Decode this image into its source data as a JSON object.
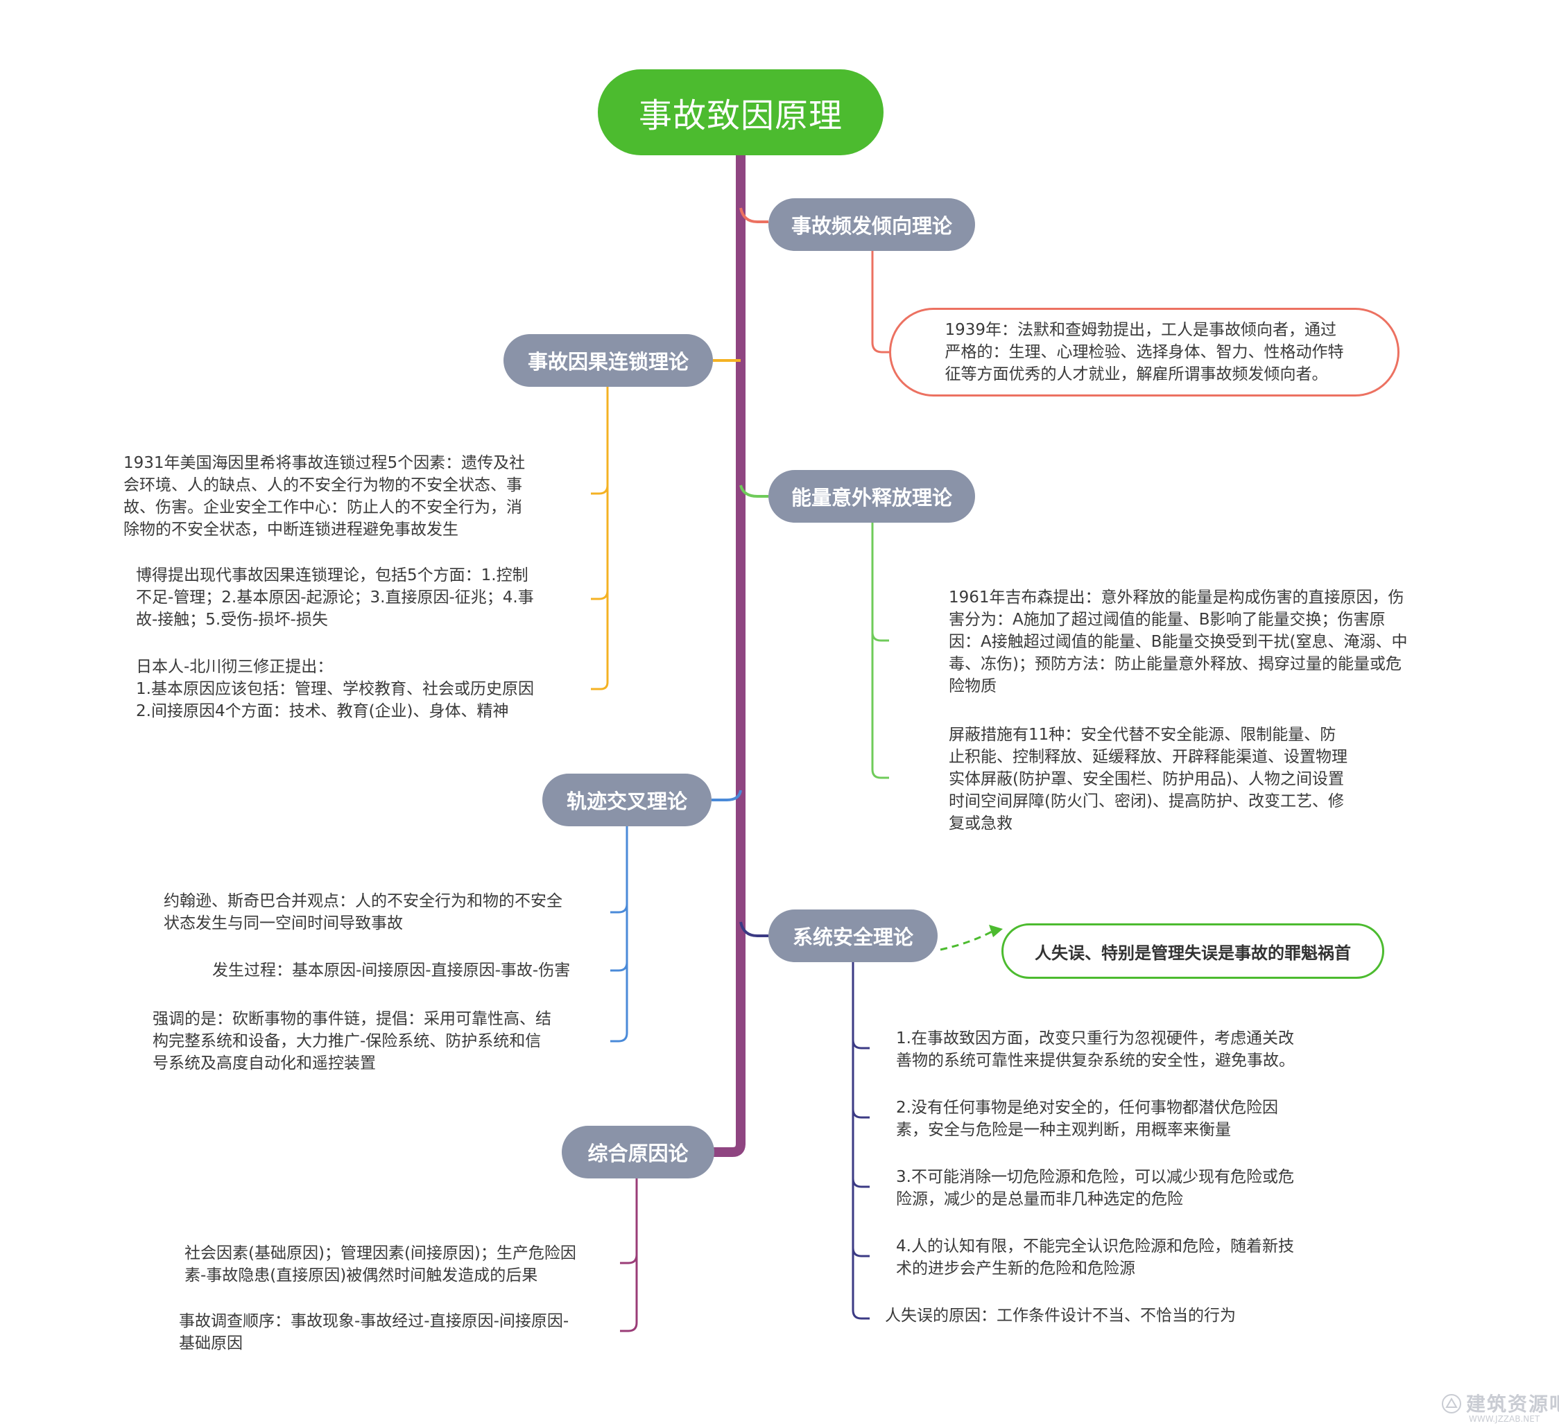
{
  "root": {
    "title": "事故致因原理"
  },
  "branches": {
    "accident_proneness": {
      "label": "事故频发倾向理论",
      "lines": [
        "1939年：法默和查姆勃提出，工人是事故倾向者，通过",
        "严格的：生理、心理检验、选择身体、智力、性格动作特",
        "征等方面优秀的人才就业，解雇所谓事故频发倾向者。"
      ]
    },
    "causal_chain": {
      "label": "事故因果连锁理论",
      "items": [
        {
          "lines": [
            "1931年美国海因里希将事故连锁过程5个因素：遗传及社",
            "会环境、人的缺点、人的不安全行为物的不安全状态、事",
            "故、伤害。企业安全工作中心：防止人的不安全行为，消",
            "除物的不安全状态，中断连锁进程避免事故发生"
          ]
        },
        {
          "lines": [
            "博得提出现代事故因果连锁理论，包括5个方面：1.控制",
            "不足-管理；2.基本原因-起源论；3.直接原因-征兆；4.事",
            "故-接触；5.受伤-损坏-损失"
          ]
        },
        {
          "lines": [
            "日本人-北川彻三修正提出：",
            "1.基本原因应该包括：管理、学校教育、社会或历史原因",
            "2.间接原因4个方面：技术、教育(企业)、身体、精神"
          ]
        }
      ]
    },
    "energy_release": {
      "label": "能量意外释放理论",
      "items": [
        {
          "lines": [
            "1961年吉布森提出：意外释放的能量是构成伤害的直接原因，伤",
            "害分为：A施加了超过阈值的能量、B影响了能量交换；伤害原",
            "因：A接触超过阈值的能量、B能量交换受到干扰(窒息、淹溺、中",
            "毒、冻伤)；预防方法：防止能量意外释放、揭穿过量的能量或危",
            "险物质"
          ]
        },
        {
          "lines": [
            "屏蔽措施有11种：安全代替不安全能源、限制能量、防",
            "止积能、控制释放、延缓释放、开辟释能渠道、设置物理",
            "实体屏蔽(防护罩、安全围栏、防护用品)、人物之间设置",
            "时间空间屏障(防火门、密闭)、提高防护、改变工艺、修",
            "复或急救"
          ]
        }
      ]
    },
    "trajectory": {
      "label": "轨迹交叉理论",
      "items": [
        {
          "lines": [
            "约翰逊、斯奇巴合并观点：人的不安全行为和物的不安全",
            "状态发生与同一空间时间导致事故"
          ]
        },
        {
          "lines": [
            "发生过程：基本原因-间接原因-直接原因-事故-伤害"
          ]
        },
        {
          "lines": [
            "强调的是：砍断事物的事件链，提倡：采用可靠性高、结",
            "构完整系统和设备，大力推广-保险系统、防护系统和信",
            "号系统及高度自动化和遥控装置"
          ]
        }
      ]
    },
    "system_safety": {
      "label": "系统安全理论",
      "callout": "人失误、特别是管理失误是事故的罪魁祸首",
      "items": [
        {
          "lines": [
            "1.在事故致因方面，改变只重行为忽视硬件，考虑通关改",
            "善物的系统可靠性来提供复杂系统的安全性，避免事故。"
          ]
        },
        {
          "lines": [
            "2.没有任何事物是绝对安全的，任何事物都潜伏危险因",
            "素，安全与危险是一种主观判断，用概率来衡量"
          ]
        },
        {
          "lines": [
            "3.不可能消除一切危险源和危险，可以减少现有危险或危",
            "险源，减少的是总量而非几种选定的危险"
          ]
        },
        {
          "lines": [
            "4.人的认知有限，不能完全认识危险源和危险，随着新技",
            "术的进步会产生新的危险和危险源"
          ]
        },
        {
          "lines": [
            "人失误的原因：工作条件设计不当、不恰当的行为"
          ]
        }
      ]
    },
    "comprehensive": {
      "label": "综合原因论",
      "items": [
        {
          "lines": [
            "社会因素(基础原因)；管理因素(间接原因)；生产危险因",
            "素-事故隐患(直接原因)被偶然时间触发造成的后果"
          ]
        },
        {
          "lines": [
            "事故调查顺序：事故现象-事故经过-直接原因-间接原因-",
            "基础原因"
          ]
        }
      ]
    }
  },
  "colors": {
    "trunk": "#8f4581",
    "root": "#4cbb2f",
    "branch_fill": "#8a93a8",
    "accident_proneness": "#ec7161",
    "causal_chain": "#f4b223",
    "energy_release": "#6fcb5a",
    "trajectory": "#4a8ad8",
    "system_safety": "#3b3a84",
    "comprehensive": "#9a3c77",
    "callout": "#4cbb2f"
  },
  "watermark": {
    "text": "建筑资源吧",
    "sub": "WWW.JZZAB.NET"
  }
}
